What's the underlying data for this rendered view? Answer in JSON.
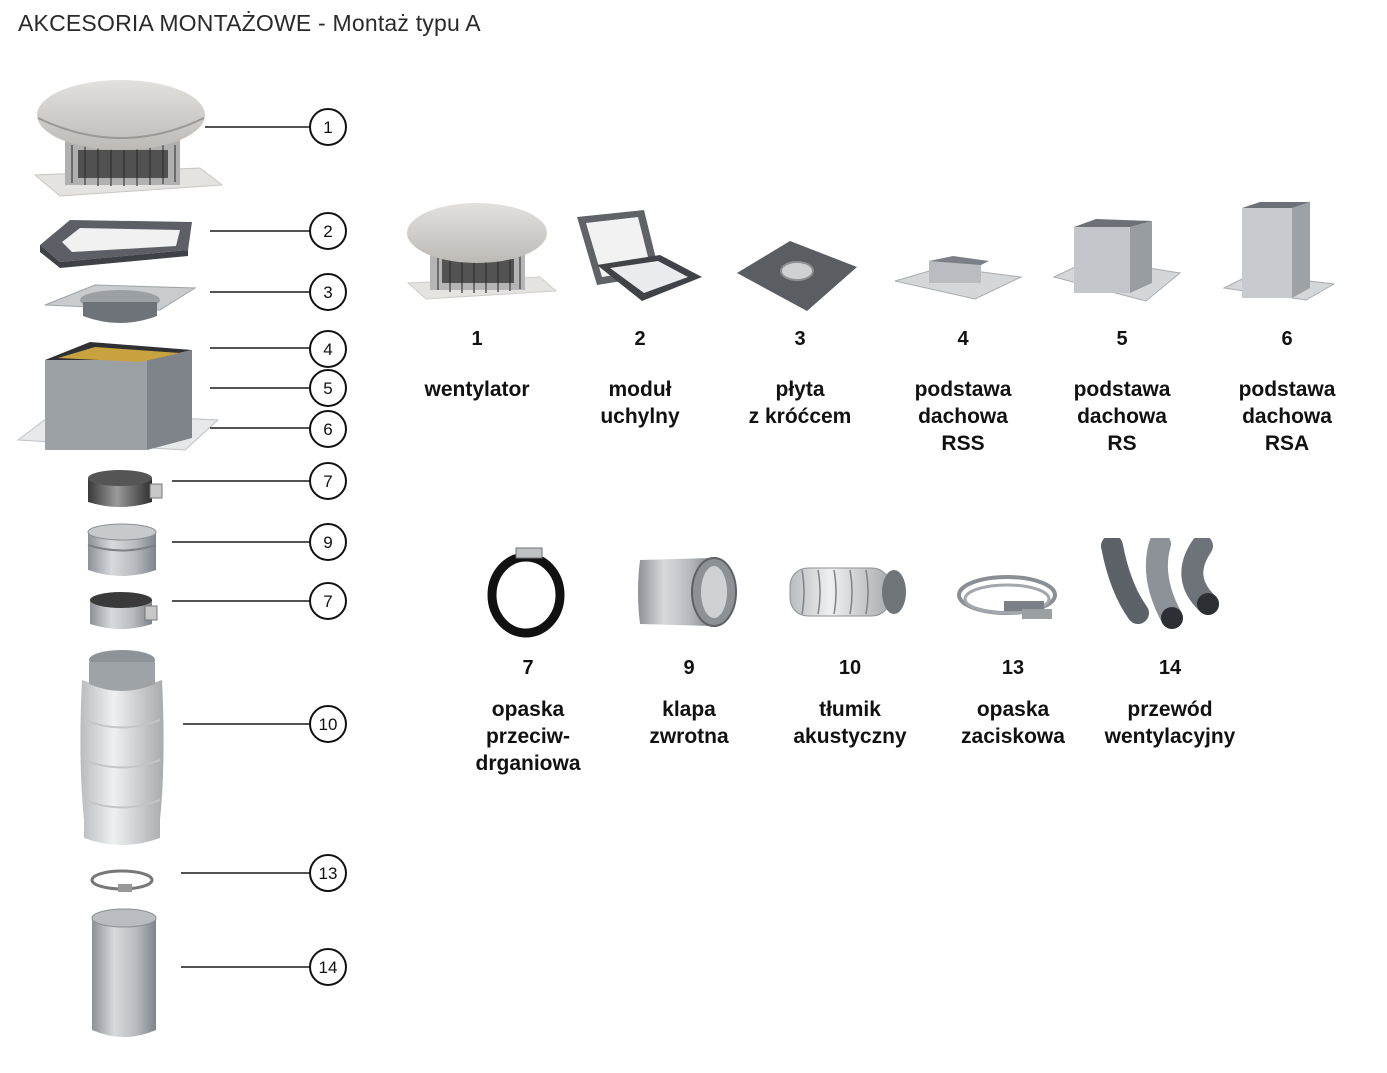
{
  "title": "AKCESORIA MONTAŻOWE - Montaż typu A",
  "callouts": [
    "1",
    "2",
    "3",
    "4",
    "5",
    "6",
    "7",
    "9",
    "7",
    "10",
    "13",
    "14"
  ],
  "items_row1": [
    {
      "number": "1",
      "label_lines": [
        "wentylator"
      ]
    },
    {
      "number": "2",
      "label_lines": [
        "moduł",
        "uchylny"
      ]
    },
    {
      "number": "3",
      "label_lines": [
        "płyta",
        "z króćcem"
      ]
    },
    {
      "number": "4",
      "label_lines": [
        "podstawa",
        "dachowa",
        "RSS"
      ]
    },
    {
      "number": "5",
      "label_lines": [
        "podstawa",
        "dachowa",
        "RS"
      ]
    },
    {
      "number": "6",
      "label_lines": [
        "podstawa",
        "dachowa",
        "RSA"
      ]
    }
  ],
  "items_row2": [
    {
      "number": "7",
      "label_lines": [
        "opaska",
        "przeciw-",
        "drganiowa"
      ]
    },
    {
      "number": "9",
      "label_lines": [
        "klapa",
        "zwrotna"
      ]
    },
    {
      "number": "10",
      "label_lines": [
        "tłumik",
        "akustyczny"
      ]
    },
    {
      "number": "13",
      "label_lines": [
        "opaska",
        "zaciskowa"
      ]
    },
    {
      "number": "14",
      "label_lines": [
        "przewód",
        "wentylacyjny"
      ]
    }
  ],
  "colors": {
    "metal_light": "#d9dcdf",
    "metal_mid": "#b9bdc2",
    "metal_dark": "#7d8288",
    "fan_cap": "#d6d4d1",
    "band_dark": "#2b2b2b",
    "insulation": "#c9a240"
  }
}
